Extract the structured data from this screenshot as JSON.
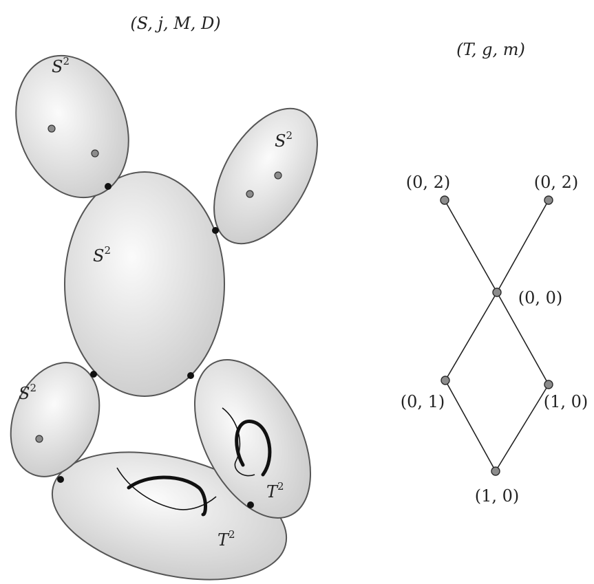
{
  "left_title": "(S, j, M, D)",
  "right_title": "(T, g, m)",
  "components": [
    {
      "label": "S",
      "exp": "2"
    },
    {
      "label": "S",
      "exp": "2"
    },
    {
      "label": "S",
      "exp": "2"
    },
    {
      "label": "S",
      "exp": "2"
    },
    {
      "label": "T",
      "exp": "2"
    },
    {
      "label": "T",
      "exp": "2"
    }
  ],
  "tree_labels": [
    "(0, 2)",
    "(0, 2)",
    "(0, 0)",
    "(0, 1)",
    "(1, 0)",
    "(1, 0)"
  ],
  "colors": {
    "surface_light": "#fbfbfb",
    "surface_dark": "#cfcfcf",
    "outline": "#555555",
    "node": "#8c8c8c"
  }
}
